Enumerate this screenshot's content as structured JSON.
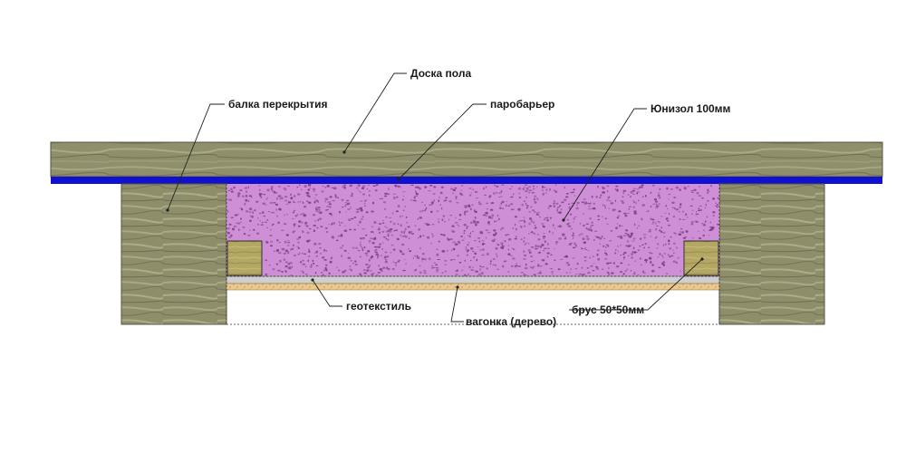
{
  "labels": {
    "floor_board": "Доска пола",
    "beam": "балка перекрытия",
    "vapor_barrier": "паробарьер",
    "insulation": "Юнизол 100мм",
    "geotextile": "геотекстиль",
    "lining": "вагонка (дерево)",
    "bar": "брус 50*50мм"
  },
  "colors": {
    "wood": "#8f8f6c",
    "vapor_barrier": "#1010d0",
    "insulation": "#cf8fd6",
    "insulation_speckle": "#7a3f86",
    "bar_wood": "#b4a764",
    "geotextile": "#cfcfcf",
    "lining": "#e9c98f"
  }
}
